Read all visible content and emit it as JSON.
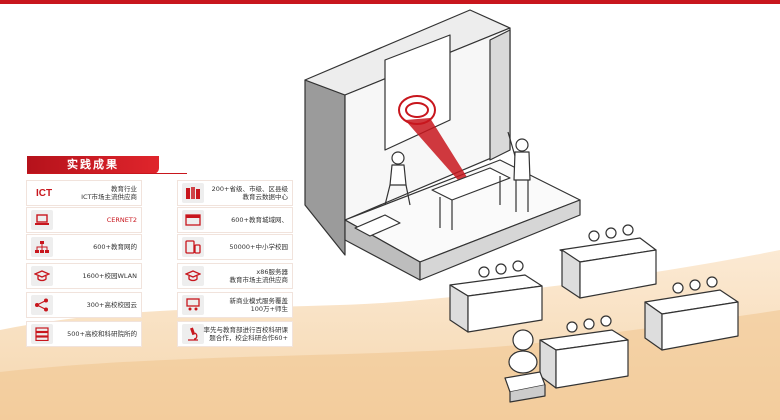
{
  "panel": {
    "title": "实践成果",
    "left_items": [
      {
        "icon": "ict-text-icon",
        "icon_text": "ICT",
        "lines": [
          "教育行业",
          "ICT市场主流供应商"
        ]
      },
      {
        "icon": "laptop-icon",
        "lines": [
          "CERNET2"
        ]
      },
      {
        "icon": "network-tree-icon",
        "lines": [
          "600+教育网的"
        ]
      },
      {
        "icon": "graduation-cap-icon",
        "lines": [
          "1600+校园WLAN"
        ]
      },
      {
        "icon": "share-nodes-icon",
        "lines": [
          "300+高校校园云"
        ]
      },
      {
        "icon": "server-rack-icon",
        "lines": [
          "500+高校和科研院所的"
        ]
      }
    ],
    "right_items": [
      {
        "icon": "books-icon",
        "lines": [
          "200+省级、市级、区县级",
          "教育云数据中心"
        ]
      },
      {
        "icon": "browser-window-icon",
        "lines": [
          "600+教育城域网、"
        ]
      },
      {
        "icon": "devices-icon",
        "lines": [
          "50000+中小学校园"
        ]
      },
      {
        "icon": "graduation-cap-icon",
        "lines": [
          "x86服务器",
          "教育市场主流供应商"
        ]
      },
      {
        "icon": "classroom-screen-icon",
        "lines": [
          "新商业模式服务覆盖",
          "100万+师生"
        ]
      },
      {
        "icon": "microscope-icon",
        "lines": [
          "率先与教育部进行百校科研课",
          "题合作，校企科研合作60+"
        ]
      }
    ]
  },
  "colors": {
    "accent": "#c8161d",
    "sand": "#f6d9b6"
  }
}
